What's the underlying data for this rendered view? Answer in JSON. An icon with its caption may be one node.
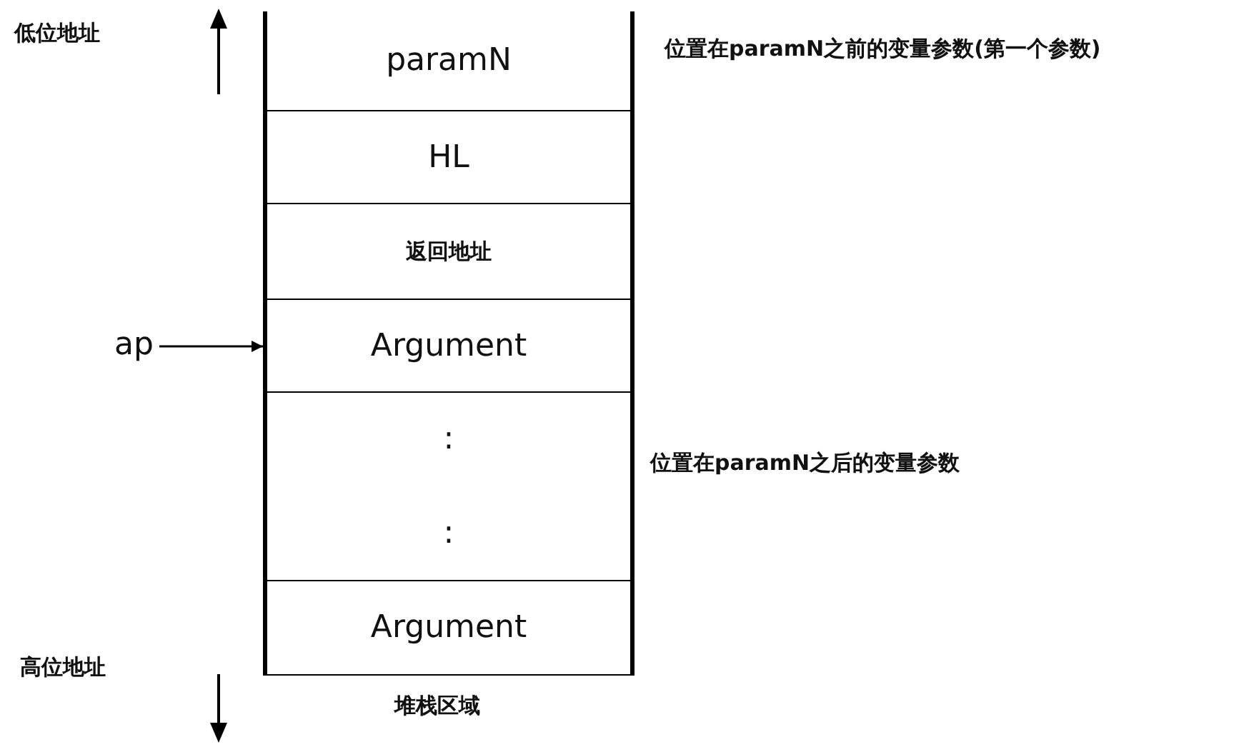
{
  "diagram": {
    "nodes": [
      {
        "text": [
          "paramN"
        ]
      },
      {
        "text": [
          "HL"
        ]
      },
      {
        "text": [
          "返回地址"
        ]
      },
      {
        "text": [
          "Argument"
        ]
      },
      {
        "text": [
          ":",
          ":"
        ]
      },
      {
        "text": [
          "Argument"
        ]
      },
      {
        "text": [
          "ap"
        ]
      }
    ],
    "edges": [
      {
        "from": 6,
        "to": 3,
        "arrow": "to"
      }
    ],
    "labels": [
      "低位地址",
      "位置在paramN之前的变量参数(第一个参数)",
      "位置在paramN之后的变量参数",
      "高位地址",
      "堆栈区域"
    ]
  }
}
